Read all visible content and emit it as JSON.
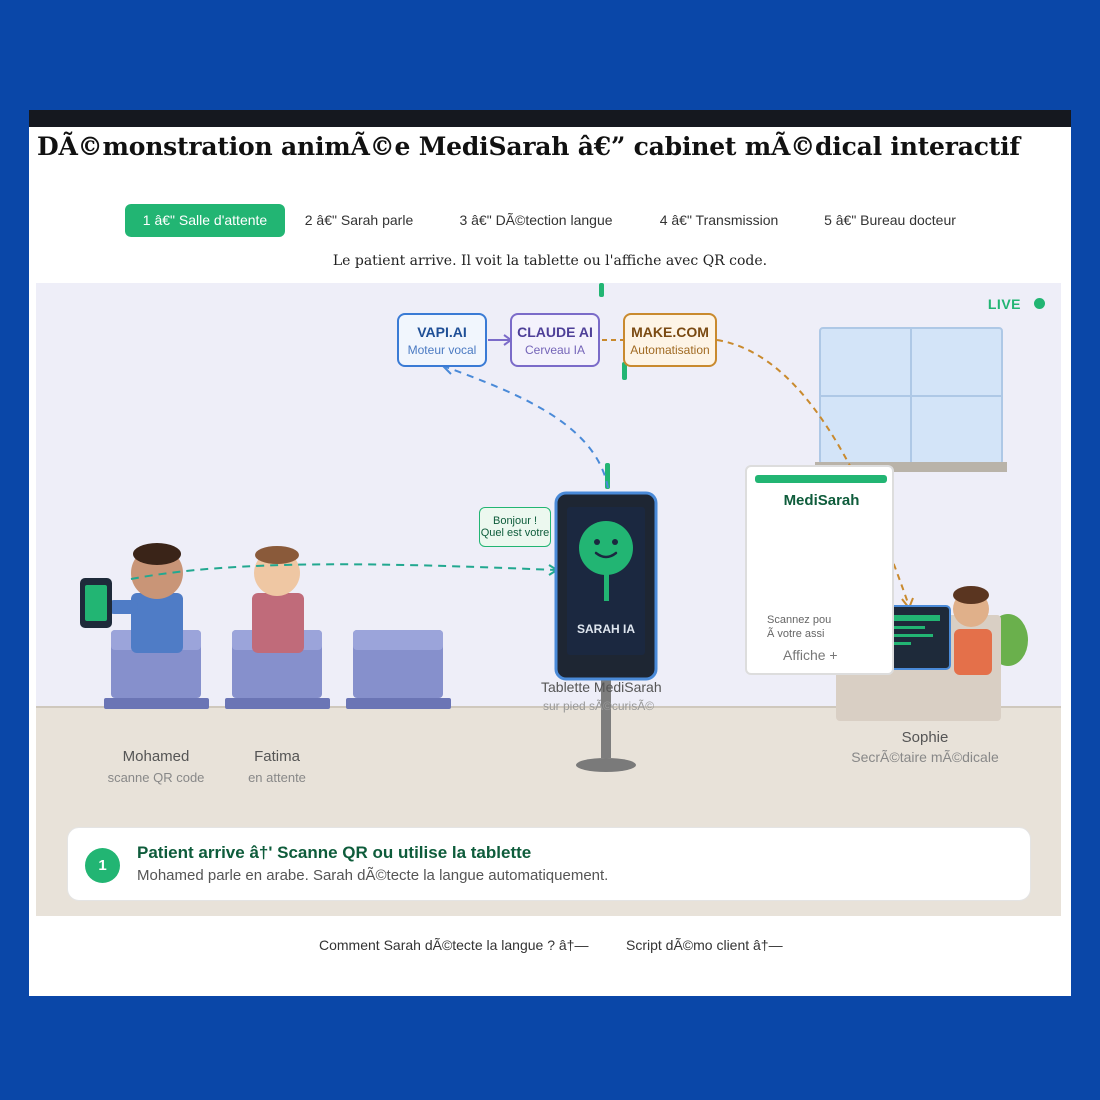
{
  "page": {
    "title": "DÃ©monstration animÃ©e MediSarah â€” cabinet mÃ©dical interactif",
    "subtitle": "Le patient arrive. Il voit la tablette ou l'affiche avec QR code."
  },
  "tabs": [
    {
      "label": "1 â€\" Salle d'attente",
      "active": true
    },
    {
      "label": "2 â€\" Sarah parle",
      "active": false
    },
    {
      "label": "3 â€\" DÃ©tection langue",
      "active": false
    },
    {
      "label": "4 â€\" Transmission",
      "active": false
    },
    {
      "label": "5 â€\" Bureau docteur",
      "active": false
    }
  ],
  "scene": {
    "live_label": "LIVE",
    "pipeline": [
      {
        "name": "VAPI.AI",
        "role": "Moteur vocal"
      },
      {
        "name": "CLAUDE AI",
        "role": "Cerveau IA"
      },
      {
        "name": "MAKE.COM",
        "role": "Automatisation"
      }
    ],
    "patients": [
      {
        "name": "Mohamed",
        "status": "scanne QR code"
      },
      {
        "name": "Fatima",
        "status": "en attente"
      }
    ],
    "tablet": {
      "screen_label": "SARAH IA",
      "label": "Tablette MediSarah",
      "sublabel": "sur pied sÃ©curisÃ©",
      "bubble_line1": "Bonjour !",
      "bubble_line2": "Quel est votre"
    },
    "qr_poster": {
      "brand": "MediSarah",
      "line1": "Scannez pou",
      "line2": "Ã  votre assi",
      "footer": "Affiche +"
    },
    "secretary": {
      "name": "Sophie",
      "role": "SecrÃ©taire mÃ©dicale"
    }
  },
  "info_card": {
    "step": "1",
    "title": "Patient arrive â†' Scanne QR ou utilise la tablette",
    "description": "Mohamed parle en arabe. Sarah dÃ©tecte la langue automatiquement."
  },
  "links": [
    {
      "label": "Comment Sarah dÃ©tecte la langue ? â†—"
    },
    {
      "label": "Script dÃ©mo client â†—"
    }
  ],
  "colors": {
    "accent": "#22b573",
    "page_background": "#0a47a8",
    "vapi": "#3a7bd5",
    "claude": "#7b6bc9",
    "make": "#c98a2e"
  }
}
